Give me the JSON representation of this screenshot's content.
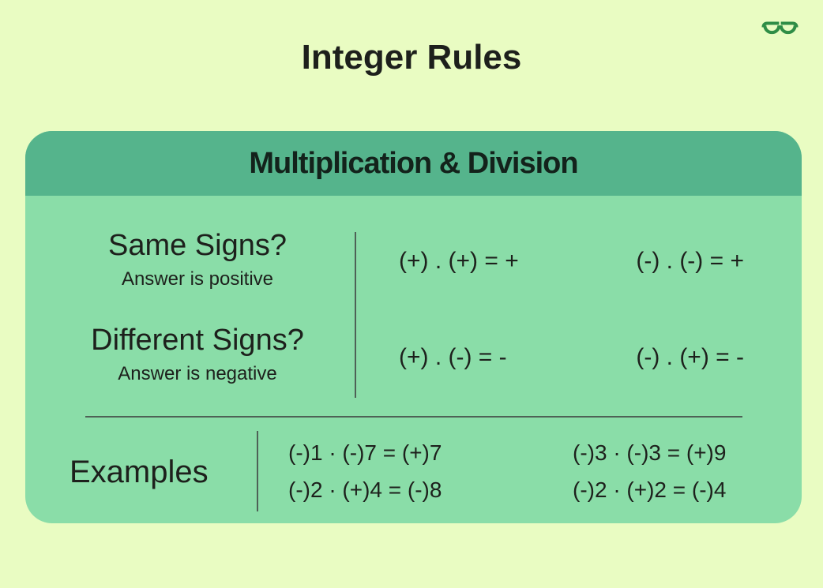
{
  "page": {
    "title": "Integer Rules"
  },
  "logo": {
    "name": "geeksforgeeks-logo"
  },
  "card": {
    "header": "Multiplication & Division",
    "rules": {
      "same": {
        "question": "Same Signs?",
        "answer": "Answer is positive"
      },
      "different": {
        "question": "Different Signs?",
        "answer": "Answer is negative"
      },
      "formulas": [
        [
          "(+) . (+) = +",
          "(-) . (-) = +"
        ],
        [
          "(+) . (-) = -",
          "(-) . (+) = -"
        ]
      ]
    },
    "examples": {
      "label": "Examples",
      "equations": [
        [
          "(-)1 · (-)7 = (+)7",
          "(-)3 · (-)3 = (+)9"
        ],
        [
          "(-)2 · (+)4 = (-)8",
          "(-)2 · (+)2 = (-)4"
        ]
      ]
    }
  },
  "colors": {
    "background": "#E9FCC2",
    "cardBody": "#8ADDA8",
    "cardHeader": "#55B48C",
    "headerText": "#13221B",
    "text": "#1D201C",
    "divider": "#4E6156",
    "logoGreen": "#2F8D46"
  }
}
